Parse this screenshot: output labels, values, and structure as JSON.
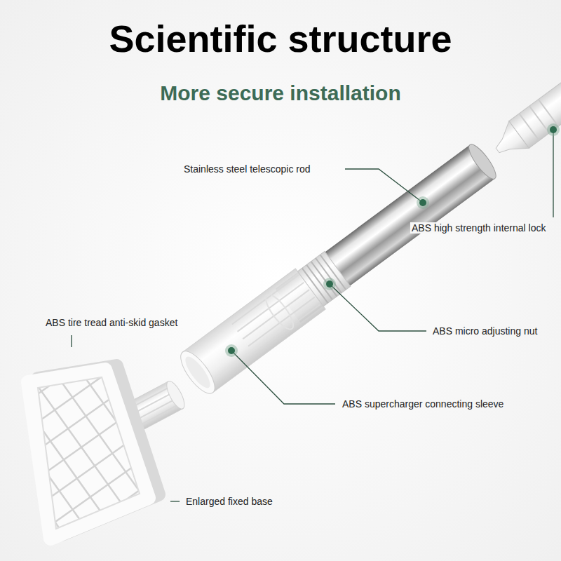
{
  "diagram": {
    "title": "Scientific structure",
    "labels": [
      "More secure installation",
      "Stainless steel telescopic rod",
      "ABS high strength internal lock",
      "ABS tire tread anti-skid gasket",
      "ABS micro adjusting nut",
      "ABS supercharger connecting sleeve",
      "Enlarged fixed base"
    ]
  }
}
